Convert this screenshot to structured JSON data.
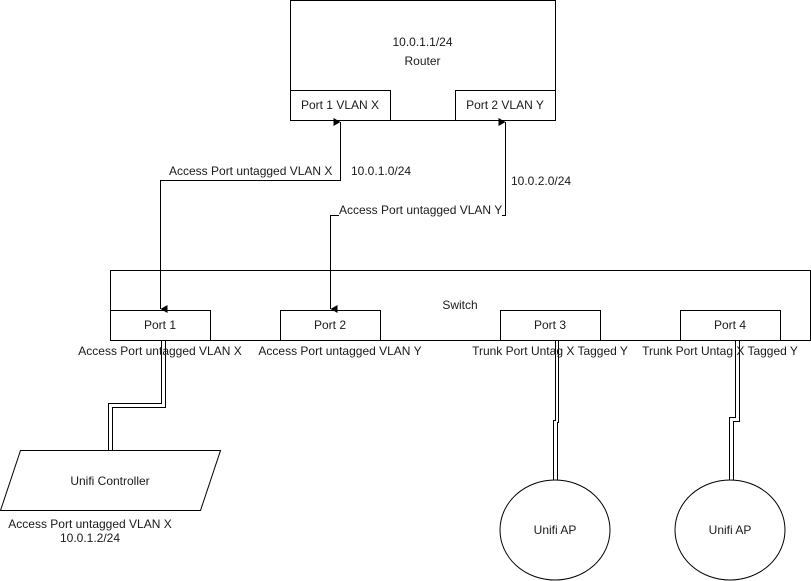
{
  "router": {
    "ip": "10.0.1.1/24",
    "name": "Router",
    "port1_label": "Port 1 VLAN X",
    "port2_label": "Port 2 VLAN  Y"
  },
  "links": {
    "router_port1": {
      "label": "Access Port untagged VLAN X",
      "subnet": "10.0.1.0/24"
    },
    "router_port2": {
      "label": "Access Port untagged VLAN Y",
      "subnet": "10.0.2.0/24"
    }
  },
  "switch": {
    "name": "Switch",
    "ports": [
      {
        "label": "Port 1",
        "mode": "Access Port untagged VLAN X"
      },
      {
        "label": "Port 2",
        "mode": "Access Port untagged VLAN Y"
      },
      {
        "label": "Port 3",
        "mode": "Trunk Port Untag X Tagged Y"
      },
      {
        "label": "Port 4",
        "mode": "Trunk Port Untag X Tagged Y"
      }
    ]
  },
  "controller": {
    "name": "Unifi Controller",
    "mode": "Access Port untagged VLAN X",
    "ip": "10.0.1.2/24"
  },
  "access_points": [
    {
      "name": "Unifi AP"
    },
    {
      "name": "Unifi AP"
    }
  ],
  "colors": {
    "stroke": "#000000",
    "text": "#1a1a1a",
    "background": "#ffffff"
  }
}
